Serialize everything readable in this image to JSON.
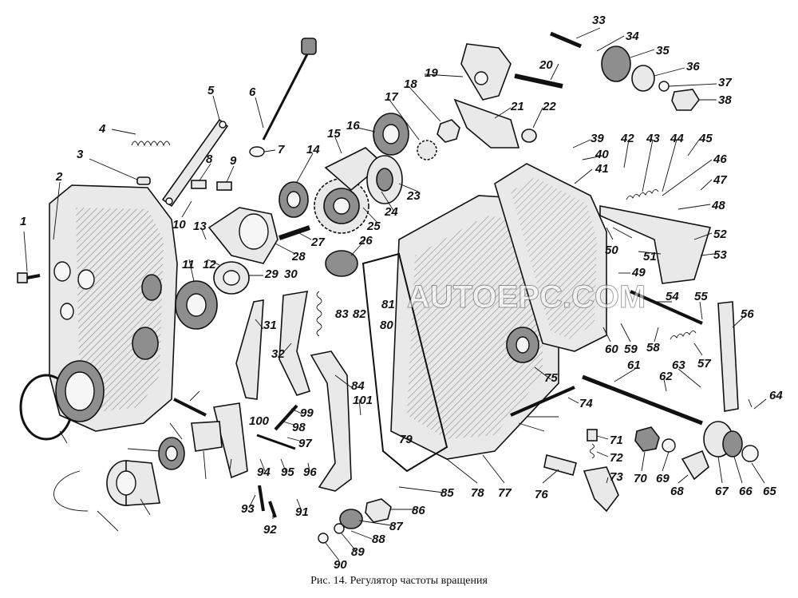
{
  "caption": "Рис. 14. Регулятор частоты вращения",
  "watermark": "AUTOEPC.COM",
  "labels": [
    "1",
    "2",
    "3",
    "4",
    "5",
    "6",
    "7",
    "8",
    "9",
    "10",
    "11",
    "12",
    "13",
    "14",
    "15",
    "16",
    "17",
    "18",
    "19",
    "20",
    "21",
    "22",
    "23",
    "24",
    "25",
    "26",
    "27",
    "28",
    "29",
    "30",
    "31",
    "32",
    "33",
    "34",
    "35",
    "36",
    "37",
    "38",
    "39",
    "40",
    "41",
    "42",
    "43",
    "44",
    "45",
    "46",
    "47",
    "48",
    "49",
    "50",
    "51",
    "52",
    "53",
    "54",
    "55",
    "56",
    "57",
    "58",
    "59",
    "60",
    "61",
    "62",
    "63",
    "64",
    "65",
    "66",
    "67",
    "68",
    "69",
    "70",
    "71",
    "72",
    "73",
    "74",
    "75",
    "76",
    "77",
    "78",
    "79",
    "80",
    "81",
    "82",
    "83",
    "84",
    "85",
    "86",
    "87",
    "88",
    "89",
    "90",
    "91",
    "92",
    "93",
    "94",
    "95",
    "96",
    "97",
    "98",
    "99",
    "100",
    "101"
  ]
}
